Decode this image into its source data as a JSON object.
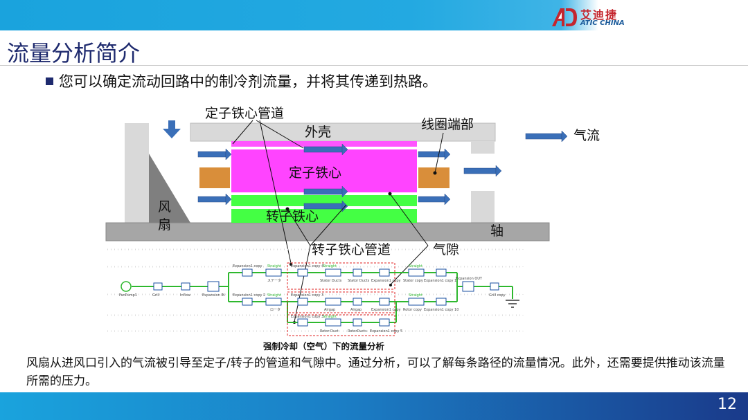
{
  "logo": {
    "cn": "艾迪捷",
    "en": "ATIC CHINA"
  },
  "title": "流量分析简介",
  "bullet": "您可以确定流动回路中的制冷剂流量，并将其传递到热路。",
  "diagram": {
    "labels": {
      "stator_duct": "定子铁心管道",
      "shell": "外壳",
      "coil_end": "线圈端部",
      "airflow": "气流",
      "stator_core": "定子铁心",
      "fan_line1": "风",
      "fan_line2": "扇",
      "rotor_core": "转子铁心",
      "shaft": "轴",
      "rotor_duct": "转子铁心管道",
      "air_gap": "气隙"
    },
    "network": {
      "nodes": [
        "FanPump1",
        "Grill",
        "Inflow",
        "Expansion IN",
        "Expansion1 copy",
        "Straight",
        "ステータ",
        "Expansion1 copy 4",
        "Straight",
        "Stator Ducts",
        "Stator Ducts",
        "Expansion1 copy",
        "Straight",
        "Stator copy",
        "Expansion1 copy 1",
        "Expansion OUT",
        "Grill copy",
        "Expansion1 copy 2",
        "Straight",
        "ロータ",
        "Expansion1 copy 3",
        "Airgap",
        "Airgap",
        "Expansion1 copy",
        "Straight",
        "Rotor copy",
        "Expansion1 copy 10",
        "Expansion1 copy 3",
        "Straight",
        "Rotor Duct",
        "RotorDucts",
        "Expansion1 copy 5"
      ]
    }
  },
  "caption": "强制冷却（空气）下的流量分析",
  "description": "风扇从进风口引入的气流被引导至定子/转子的管道和气隙中。通过分析，可以了解每条路径的流量情况。此外，还需要提供推动该流量所需的压力。",
  "page_number": "12",
  "colors": {
    "brand_blue": "#1aa3dd",
    "title": "#1e2a6e",
    "stator": "#ff44ff",
    "rotor": "#44ff44",
    "coil": "#d98e3a",
    "shell": "#d9d9d9",
    "arrow": "#3a6fb8"
  }
}
